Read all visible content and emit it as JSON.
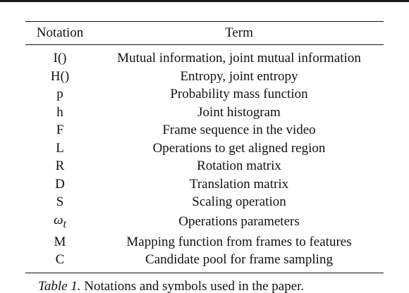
{
  "table": {
    "headers": {
      "notation": "Notation",
      "term": "Term"
    },
    "rows": [
      {
        "notation": "I()",
        "term": "Mutual information, joint mutual information"
      },
      {
        "notation": "H()",
        "term": "Entropy, joint entropy"
      },
      {
        "notation": "p",
        "term": "Probability mass function"
      },
      {
        "notation": "h",
        "term": "Joint histogram"
      },
      {
        "notation": "F",
        "term": "Frame sequence in the video"
      },
      {
        "notation": "L",
        "term": "Operations to get aligned region"
      },
      {
        "notation": "R",
        "term": "Rotation matrix"
      },
      {
        "notation": "D",
        "term": "Translation matrix"
      },
      {
        "notation": "S",
        "term": "Scaling operation"
      },
      {
        "notation": "ω",
        "notation_subscript": "t",
        "term": "Operations parameters"
      },
      {
        "notation": "M",
        "term": "Mapping function from frames to features"
      },
      {
        "notation": "C",
        "term": "Candidate pool for frame sampling"
      }
    ]
  },
  "caption": {
    "label": "Table 1.",
    "text": "Notations and symbols used in the paper."
  }
}
